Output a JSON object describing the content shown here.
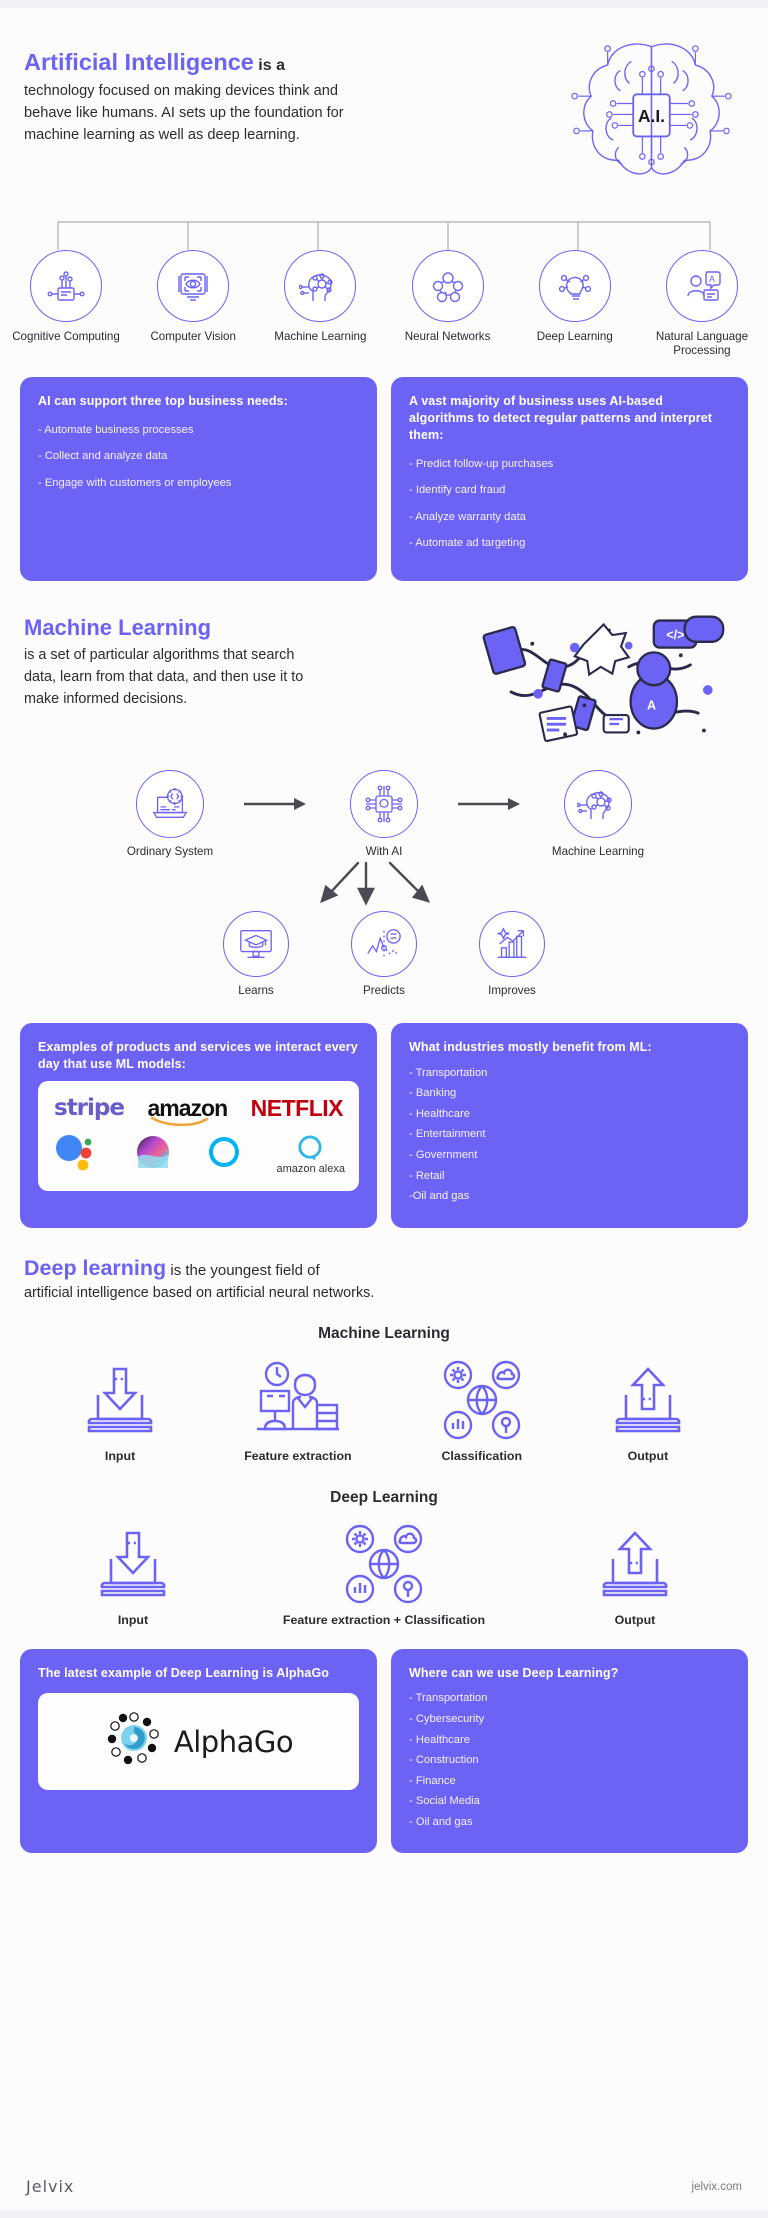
{
  "sections": {
    "ai": {
      "heading_accent": "Artificial Intelligence",
      "heading_rest": " is a",
      "body": "technology focused on making devices think and behave like humans. AI sets up the foundation for machine learning as well as deep learning.",
      "chip_label": "A.I.",
      "brain_icon": "ai-brain-circuit-icon"
    },
    "branches": [
      {
        "label": "Cognitive Computing",
        "icon": "cognitive-computing-icon"
      },
      {
        "label": "Computer Vision",
        "icon": "computer-vision-icon"
      },
      {
        "label": "Machine Learning",
        "icon": "machine-learning-icon"
      },
      {
        "label": "Neural Networks",
        "icon": "neural-networks-icon"
      },
      {
        "label": "Deep Learning",
        "icon": "deep-learning-icon"
      },
      {
        "label": "Natural Language Processing",
        "icon": "natural-language-processing-icon"
      }
    ],
    "ai_cards": {
      "left": {
        "title": "AI can support three top business needs:",
        "items": [
          "- Automate business processes",
          "- Collect and analyze data",
          "- Engage with customers or employees"
        ]
      },
      "right": {
        "title": "A vast majority of business uses AI-based algorithms to detect regular patterns and interpret them:",
        "items": [
          "- Predict follow-up purchases",
          "- Identify card fraud",
          "- Analyze warranty data",
          "- Automate ad targeting"
        ]
      }
    },
    "ml": {
      "heading_accent": "Machine Learning",
      "body": "is a set of particular algorithms that search data, learn from that data, and then use it to make informed decisions.",
      "art_icon": "ml-robot-illustration"
    },
    "ml_flow": {
      "nodes": [
        {
          "label": "Ordinary System",
          "icon": "laptop-code-gear-icon"
        },
        {
          "label": "With AI",
          "icon": "chip-brain-icon"
        },
        {
          "label": "Machine Learning",
          "icon": "head-network-icon"
        }
      ],
      "outcomes": [
        {
          "label": "Learns",
          "icon": "monitor-graduation-cap-icon"
        },
        {
          "label": "Predicts",
          "icon": "chart-prediction-icon"
        },
        {
          "label": "Improves",
          "icon": "growth-chart-icon"
        }
      ]
    },
    "ml_cards": {
      "left": {
        "title": "Examples of products and services we interact every day that use ML models:",
        "logos_row1": [
          "stripe",
          "amazon",
          "NETFLIX"
        ],
        "logos_row2": [
          "google-assistant-logo",
          "siri-logo",
          "cortana-logo",
          "amazon alexa"
        ]
      },
      "right": {
        "title": "What industries mostly benefit from ML:",
        "items": [
          "- Transportation",
          "- Banking",
          "- Healthcare",
          "- Entertainment",
          "- Government",
          "- Retail",
          "-Oil and gas"
        ]
      }
    },
    "dl": {
      "heading_accent": "Deep learning",
      "heading_rest": " is the youngest field of",
      "body": "artificial intelligence based on artificial neural networks.",
      "pipelines": [
        {
          "title": "Machine Learning",
          "steps": [
            {
              "label": "Input",
              "icon": "laptop-download-icon"
            },
            {
              "label": "Feature extraction",
              "icon": "person-workstation-icon"
            },
            {
              "label": "Classification",
              "icon": "classification-nodes-icon"
            },
            {
              "label": "Output",
              "icon": "laptop-upload-icon"
            }
          ]
        },
        {
          "title": "Deep Learning",
          "steps": [
            {
              "label": "Input",
              "icon": "laptop-download-icon"
            },
            {
              "label": "Feature extraction + Classification",
              "icon": "classification-nodes-icon"
            },
            {
              "label": "Output",
              "icon": "laptop-upload-icon"
            }
          ]
        }
      ]
    },
    "dl_cards": {
      "left": {
        "title": "The latest example of Deep Learning is AlphaGo",
        "logo_text": "AlphaGo",
        "logo_icon": "alphago-logo"
      },
      "right": {
        "title": "Where can we use Deep Learning?",
        "items": [
          "- Transportation",
          "- Cybersecurity",
          "- Healthcare",
          "- Construction",
          "- Finance",
          "- Social Media",
          "- Oil and gas"
        ]
      }
    }
  },
  "footer": {
    "brand": "Jelvix",
    "site": "jelvix.com"
  },
  "colors": {
    "accent": "#6c63f5",
    "card_bg": "#6c63f5",
    "text": "#2b2b33"
  }
}
